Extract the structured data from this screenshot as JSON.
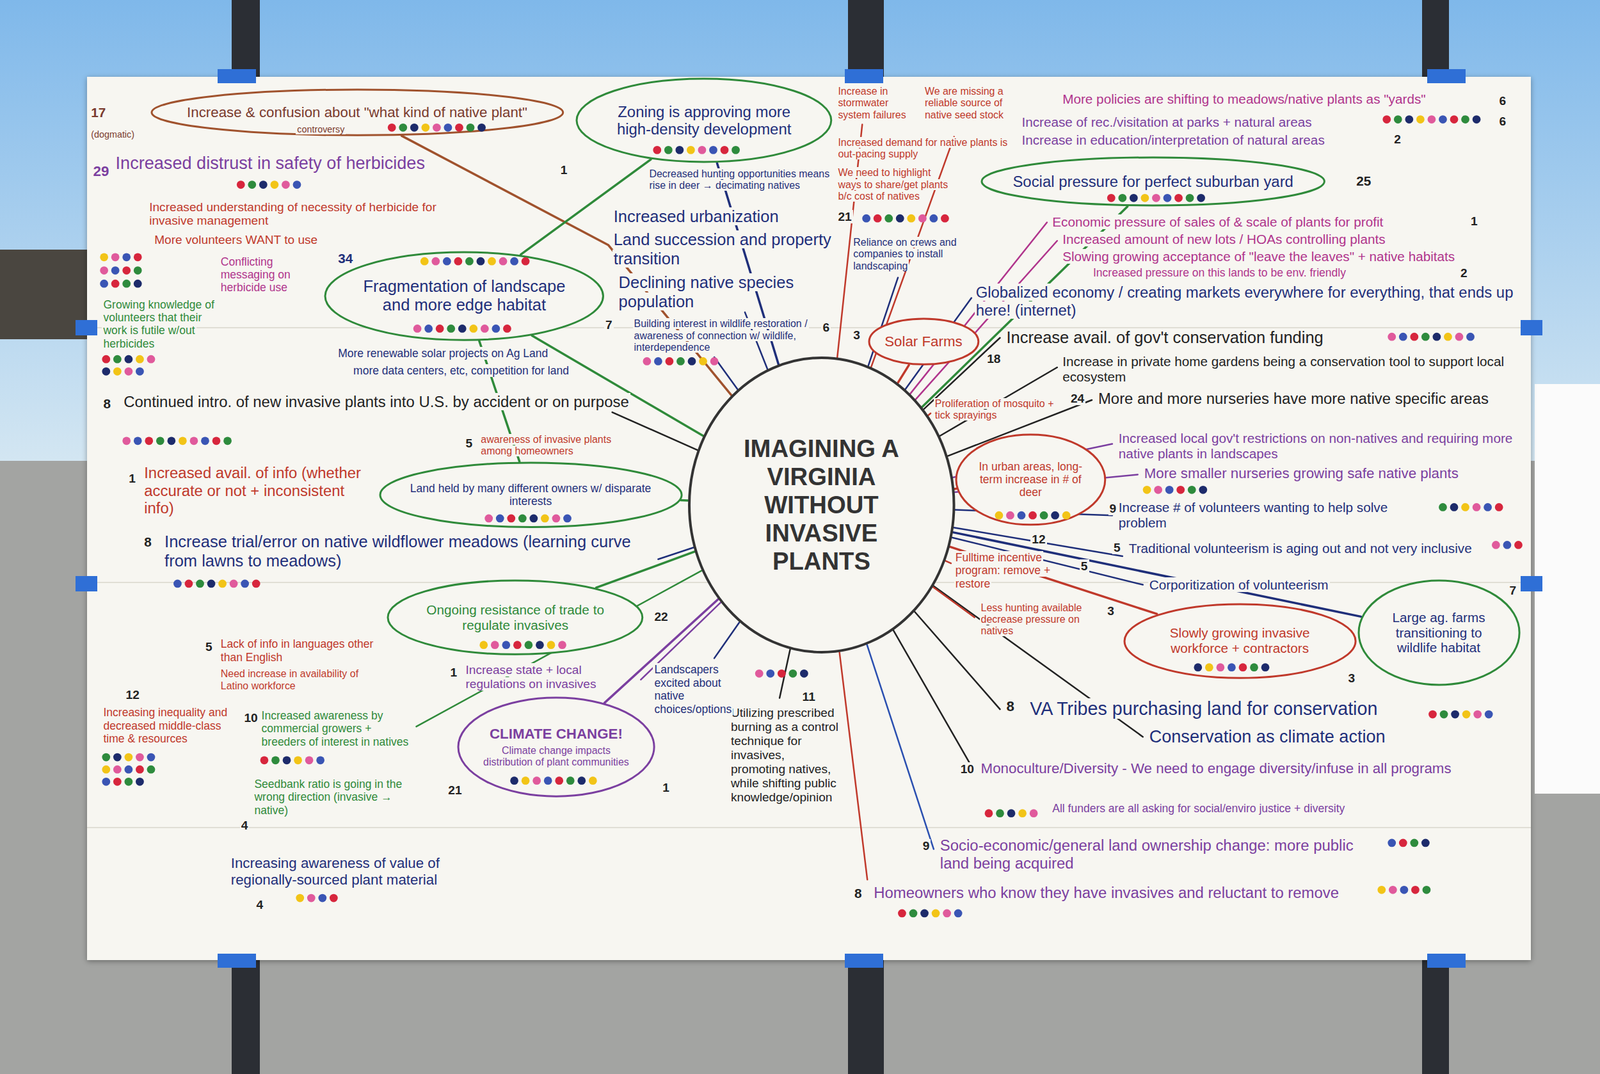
{
  "diagram": {
    "nodes": [
      {
        "text": [
          "Increase & confusion about \"what kind of native plant\""
        ]
      },
      {
        "text": [
          "Zoning is approving more high-density development"
        ]
      },
      {
        "text": [
          "Social pressure for perfect suburban yard"
        ]
      },
      {
        "text": [
          "Fragmentation of landscape and more edge habitat"
        ]
      },
      {
        "text": [
          "Solar Farms"
        ]
      },
      {
        "text": [
          "Land held by many different owners w/ disparate interests"
        ]
      },
      {
        "text": [
          "IMAGINING A VIRGINIA WITHOUT INVASIVE PLANTS"
        ]
      },
      {
        "text": [
          "In urban areas, long-term increase in # of deer"
        ]
      },
      {
        "text": [
          "Ongoing resistance of trade to regulate invasives"
        ]
      },
      {
        "text": [
          "Large ag. farms transitioning to wildlife habitat"
        ]
      },
      {
        "text": [
          "Slowly growing invasive workforce + contractors"
        ]
      },
      {
        "text": [
          "CLIMATE CHANGE!",
          "Climate change impacts distribution of plant communities"
        ]
      }
    ],
    "edges": [
      {
        "from": 6,
        "to": 0,
        "arrow": "none"
      },
      {
        "from": 6,
        "to": 1,
        "arrow": "none"
      },
      {
        "from": 6,
        "to": 2,
        "arrow": "none"
      },
      {
        "from": 6,
        "to": 3,
        "arrow": "none"
      },
      {
        "from": 6,
        "to": 4,
        "arrow": "none"
      },
      {
        "from": 6,
        "to": 5,
        "arrow": "none"
      },
      {
        "from": 6,
        "to": 7,
        "arrow": "none"
      },
      {
        "from": 6,
        "to": 8,
        "arrow": "none"
      },
      {
        "from": 6,
        "to": 9,
        "arrow": "none"
      },
      {
        "from": 6,
        "to": 10,
        "arrow": "none"
      },
      {
        "from": 6,
        "to": 11,
        "arrow": "none"
      },
      {
        "from": 3,
        "to": 1,
        "arrow": "none"
      },
      {
        "from": 3,
        "to": 5,
        "arrow": "none"
      }
    ],
    "labels": [
      "17",
      "(dogmatic)",
      "controversy",
      "29",
      "Increased distrust in safety of herbicides",
      "Increased understanding of necessity of herbicide for invasive management",
      "More volunteers WANT to use",
      "Conflicting messaging on herbicide use",
      "Growing knowledge of volunteers that their work is futile w/out herbicides",
      "34",
      "More renewable solar projects on Ag Land",
      "more data centers, etc, competition for land",
      "1",
      "Decreased hunting opportunities means rise in deer → decimating natives",
      "Increased urbanization",
      "Land succession and property transition",
      "Declining native species population",
      "7",
      "Building interest in wildlife restoration / awareness of connection w/ wildlife, interdependence",
      "6",
      "Increase in stormwater system failures",
      "We are missing a reliable source of native seed stock",
      "Increased demand for native plants is out-pacing supply",
      "We need to highlight ways to share/get plants b/c cost of natives",
      "21",
      "Reliance on crews and companies to install landscaping",
      "More policies are shifting to meadows/native plants as \"yards\"",
      "6",
      "Increase of rec./visitation at parks + natural areas",
      "6",
      "Increase in education/interpretation of natural areas",
      "2",
      "25",
      "Economic pressure of sales of & scale of plants for profit",
      "1",
      "Increased amount of new lots / HOAs controlling plants",
      "Slowing growing acceptance of \"leave the leaves\" + native habitats",
      "Increased pressure on this lands to be env. friendly",
      "2",
      "Globalized economy / creating markets everywhere for everything, that ends up here! (internet)",
      "3",
      "Increase avail. of gov't conservation funding",
      "18",
      "Increase in private home gardens being a conservation tool to support local ecosystem",
      "24",
      "More and more nurseries have more native specific areas",
      "Proliferation of mosquito + tick sprayings",
      "Increased local gov't restrictions on non-natives and requiring more native plants in landscapes",
      "More smaller nurseries growing safe native plants",
      "12",
      "Fulltime incentive program: remove + restore",
      "5",
      "9",
      "Increase # of volunteers wanting to help solve problem",
      "5",
      "Traditional volunteerism is aging out and not very inclusive",
      "Corporitization of volunteerism",
      "7",
      "Less hunting available decrease pressure on natives",
      "3",
      "3",
      "8",
      "VA Tribes purchasing land for conservation",
      "Conservation as climate action",
      "10",
      "Monoculture/Diversity - We need to engage diversity/infuse in all programs",
      "All funders are all asking for social/enviro justice + diversity",
      "9",
      "Socio-economic/general land ownership change: more public land being acquired",
      "8",
      "Homeowners who know they have invasives and reluctant to remove",
      "11",
      "Utilizing prescribed burning as a control technique for invasives, promoting natives, while shifting public knowledge/opinion",
      "Landscapers excited about native choices/options",
      "1",
      "21",
      "1",
      "Increase state + local regulations on invasives",
      "22",
      "5",
      "Lack of info in languages other than English",
      "Need increase in availability of Latino workforce",
      "10",
      "Increased awareness by commercial growers + breeders of interest in natives",
      "12",
      "Increasing inequality and decreased middle-class time & resources",
      "4",
      "Seedbank ratio is going in the wrong direction (invasive → native)",
      "Increasing awareness of value of regionally-sourced plant material",
      "4",
      "8",
      "Continued intro. of new invasive plants into U.S. by accident or on purpose",
      "5",
      "awareness of invasive plants among homeowners",
      "1",
      "Increased avail. of info (whether accurate or not + inconsistent info)",
      "8",
      "Increase trial/error on native wildflower meadows (learning curve from lawns to meadows)"
    ]
  }
}
